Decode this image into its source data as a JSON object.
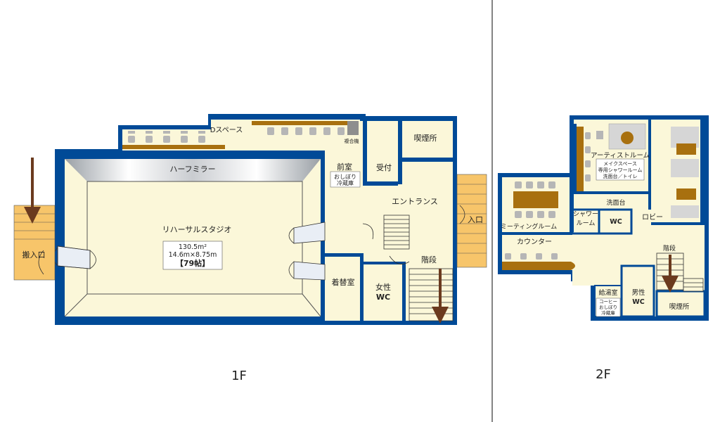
{
  "colors": {
    "wall": "#004a97",
    "floor": "#fbf7d9",
    "stair": "#f7c56a",
    "furniture": "#a8700f",
    "arrow": "#6b3a1e",
    "chair": "#b6b6b6",
    "divider": "#333333"
  },
  "floors": {
    "f1": {
      "label": "1F",
      "rooms": {
        "studio": "リハーサルスタジオ",
        "mirror": "ハーフミラー",
        "area": "130.5m²",
        "dims": "14.6m×8.75m",
        "tatami": "【79帖】",
        "d_space": "Dスペース",
        "copier": "複合機",
        "front_room": "前室",
        "front_room_note_1": "おしぼり",
        "front_room_note_2": "冷蔵庫",
        "reception": "受付",
        "smoking": "喫煙所",
        "entrance": "エントランス",
        "entry": "入口",
        "loading_entry": "搬入口",
        "dressing": "着替室",
        "women_wc_1": "女性",
        "women_wc_2": "WC",
        "stairs": "階段"
      }
    },
    "f2": {
      "label": "2F",
      "rooms": {
        "artist_room": "アーティストルーム",
        "artist_note_1": "メイクスペース",
        "artist_note_2": "専用シャワールーム",
        "artist_note_3": "洗面台／トイレ",
        "sink": "洗面台",
        "shower_1": "シャワー",
        "shower_2": "ルーム",
        "wc": "WC",
        "lobby": "ロビー",
        "meeting": "ミーティングルーム",
        "counter": "カウンター",
        "stairs": "階段",
        "kitchenette": "給湯室",
        "kitchen_note_1": "コーヒー",
        "kitchen_note_2": "おしぼり",
        "kitchen_note_3": "冷蔵庫",
        "men_wc_1": "男性",
        "men_wc_2": "WC",
        "smoking": "喫煙所"
      }
    }
  }
}
